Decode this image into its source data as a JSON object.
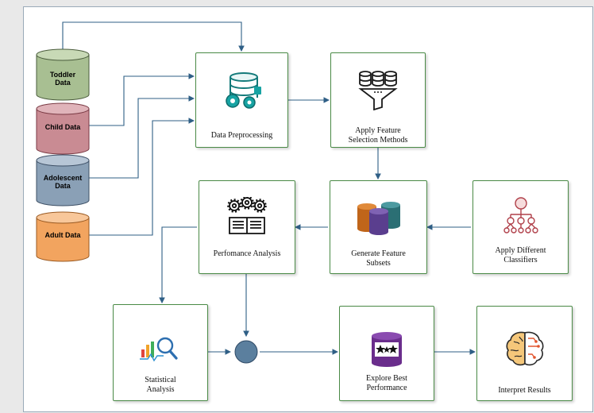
{
  "sources": [
    {
      "label": "Toddler\nData",
      "fill": "#a8bf92",
      "top_fill": "#c8d9b6",
      "stroke": "#4a5c3c"
    },
    {
      "label": "Child Data",
      "fill": "#c98b93",
      "top_fill": "#e0b4ba",
      "stroke": "#7a3a44"
    },
    {
      "label": "Adolescent\nData",
      "fill": "#8aa0b6",
      "top_fill": "#b7c6d6",
      "stroke": "#3e5066"
    },
    {
      "label": "Adult Data",
      "fill": "#f2a45f",
      "top_fill": "#f8c79a",
      "stroke": "#9a5a22"
    }
  ],
  "nodes": {
    "preprocessing": "Data Preprocessing",
    "feature_selection": "Apply Feature\nSelection Methods",
    "feature_subsets": "Generate Feature\nSubsets",
    "classifiers": "Apply Different\nClassifiers",
    "performance": "Perfomance Analysis",
    "statistical": "Statistical\nAnalysis",
    "explore": "Explore Best\nPerformance",
    "interpret": "Interpret Results"
  },
  "icons": {
    "preprocessing": "database-gears-icon",
    "feature_selection": "database-funnel-icon",
    "feature_subsets": "stacked-cylinders-icon",
    "classifiers": "hierarchy-tree-icon",
    "performance": "gears-book-icon",
    "statistical": "chart-magnifier-icon",
    "explore": "stars-board-icon",
    "interpret": "brain-circuit-icon"
  },
  "colors": {
    "box_border": "#4a8a46",
    "arrow": "#2f5f86",
    "merge_node": "#5b7f9e"
  }
}
